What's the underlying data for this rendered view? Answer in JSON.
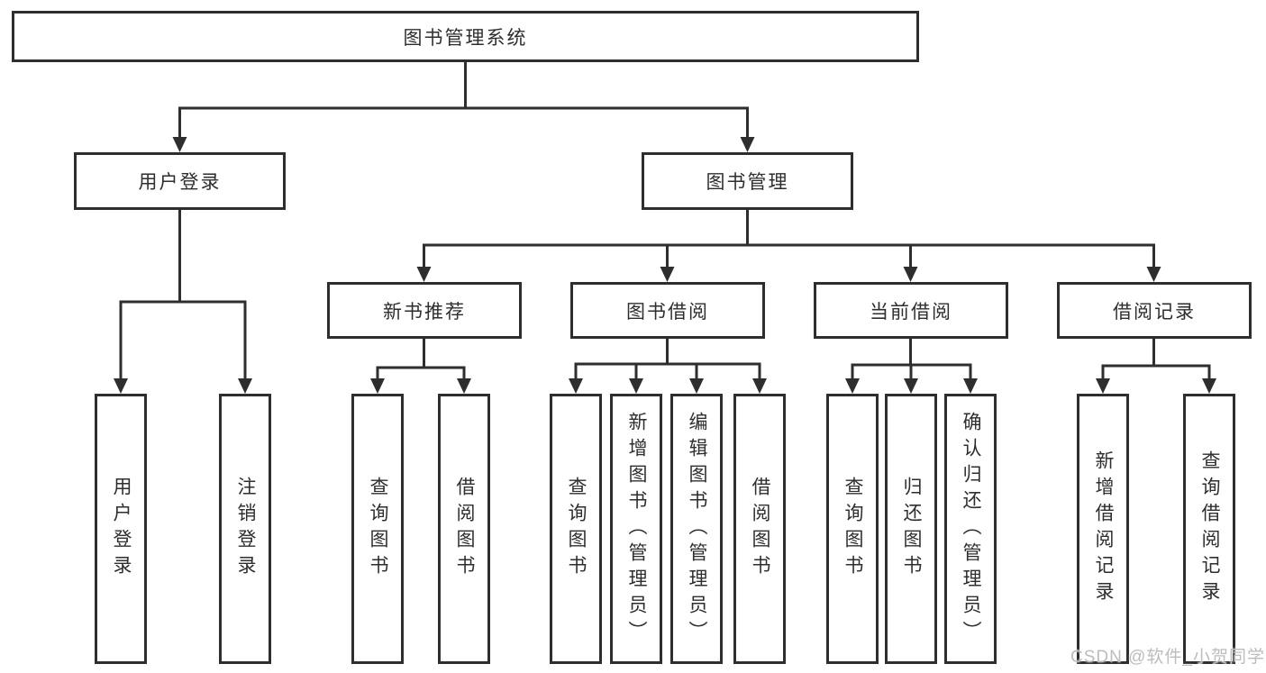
{
  "diagram": {
    "title": "图书管理系统",
    "level2": [
      {
        "label": "用户登录"
      },
      {
        "label": "图书管理"
      }
    ],
    "level3": [
      {
        "label": "新书推荐",
        "parent": "图书管理"
      },
      {
        "label": "图书借阅",
        "parent": "图书管理"
      },
      {
        "label": "当前借阅",
        "parent": "图书管理"
      },
      {
        "label": "借阅记录",
        "parent": "图书管理"
      }
    ],
    "leaves": [
      {
        "label": "用户登录",
        "parent": "用户登录"
      },
      {
        "label": "注销登录",
        "parent": "用户登录"
      },
      {
        "label": "查询图书",
        "parent": "新书推荐"
      },
      {
        "label": "借阅图书",
        "parent": "新书推荐"
      },
      {
        "label": "查询图书",
        "parent": "图书借阅"
      },
      {
        "label": "新增图书（管理员）",
        "parent": "图书借阅"
      },
      {
        "label": "编辑图书（管理员）",
        "parent": "图书借阅"
      },
      {
        "label": "借阅图书",
        "parent": "图书借阅"
      },
      {
        "label": "查询图书",
        "parent": "当前借阅"
      },
      {
        "label": "归还图书",
        "parent": "当前借阅"
      },
      {
        "label": "确认归还（管理员）",
        "parent": "当前借阅"
      },
      {
        "label": "新增借阅记录",
        "parent": "借阅记录"
      },
      {
        "label": "查询借阅记录",
        "parent": "借阅记录"
      }
    ],
    "colors": {
      "line": "#2e2e2e",
      "text": "#2e2e2e",
      "background": "#ffffff",
      "watermark": "#bcbcbc"
    },
    "watermark": {
      "text": "CSDN @软件_小贺同学"
    }
  }
}
